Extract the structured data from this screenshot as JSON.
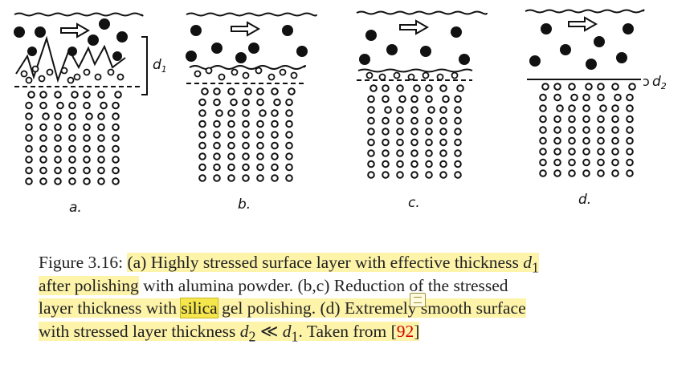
{
  "figure": {
    "panel_labels": [
      "a.",
      "b.",
      "c.",
      "d."
    ],
    "dimension_labels": {
      "d1": "d",
      "d1_sub": "1",
      "d2": "d",
      "d2_sub": "2"
    },
    "arrow_direction": "right",
    "icons": [
      "note-icon"
    ]
  },
  "caption": {
    "line1_a": "Figure 3.16: ",
    "line1_b": "(a) Highly stressed surface layer with effective thickness ",
    "line1_math": "d",
    "line1_sub": "1",
    "line2_a": "after polishing",
    "line2_b": " with alumina powder.  (b,c) Reduction of the stressed",
    "line3_a": "layer thickness with ",
    "line3_highlight": "silica",
    "line3_b": " gel polishing.  (d) Extremely ",
    "line3_c": "smooth surface",
    "line4_a": "with stressed layer thickness ",
    "line4_math1": "d",
    "line4_sub1": "2",
    "line4_rel": " ≪ ",
    "line4_math2": "d",
    "line4_sub2": "1",
    "line4_b": ". Taken from ",
    "line4_open": "[",
    "line4_ref": "92",
    "line4_close": "]"
  },
  "colors": {
    "highlight": "#fdf3a9",
    "highlight_box": "#f5e64c",
    "reference": "#d40000",
    "ink": "#111111"
  }
}
